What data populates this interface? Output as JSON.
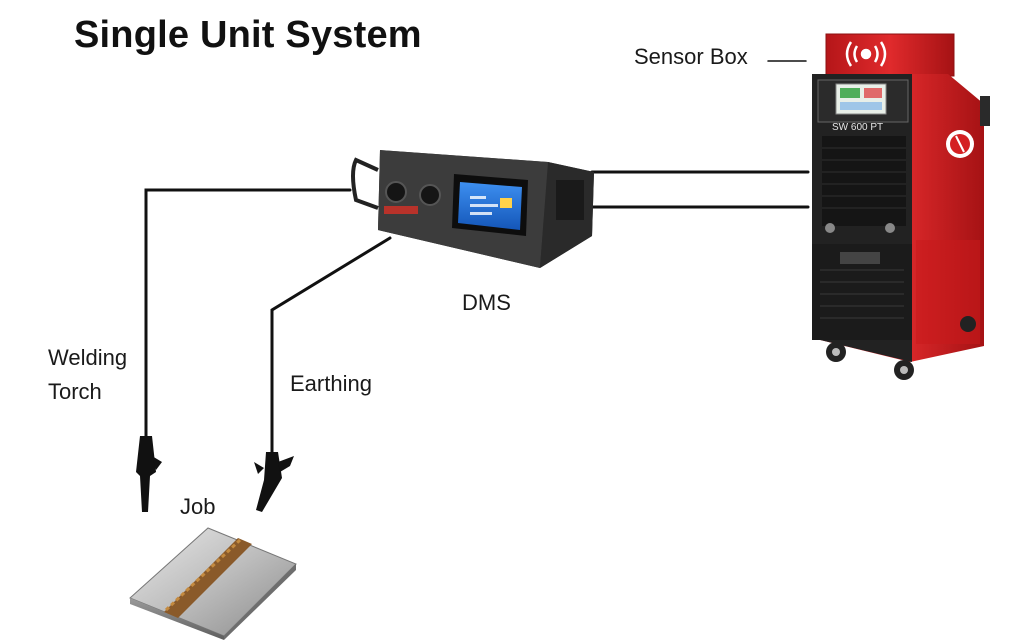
{
  "title": "Single Unit System",
  "labels": {
    "sensor_box": "Sensor Box",
    "dms": "DMS",
    "welding_torch_line1": "Welding",
    "welding_torch_line2": "Torch",
    "earthing": "Earthing",
    "job": "Job"
  },
  "machine": {
    "model_text": "SW 600 PT",
    "body_color": "#d41f22",
    "accent_dark": "#1c1c1c"
  },
  "dms_unit": {
    "body_color": "#3a3a3a",
    "screen_color": "#1f6fd6"
  },
  "sensor_icon": "wireless-signal-icon"
}
